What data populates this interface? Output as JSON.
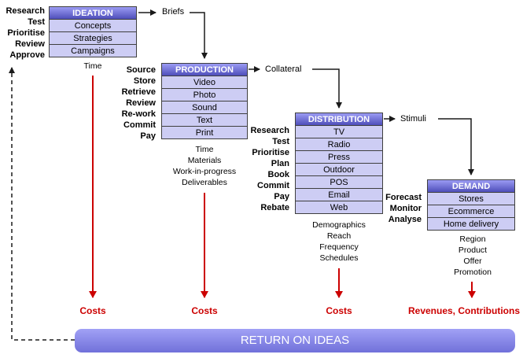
{
  "stages": [
    {
      "title": "IDEATION",
      "left_labels": [
        "Research",
        "Test",
        "Prioritise",
        "Review",
        "Approve"
      ],
      "rows": [
        "Concepts",
        "Strategies",
        "Campaigns"
      ],
      "bottom_labels": [
        "Time"
      ],
      "flow_label": "Briefs",
      "cost_label": "Costs"
    },
    {
      "title": "PRODUCTION",
      "left_labels": [
        "Source",
        "Store",
        "Retrieve",
        "Review",
        "Re-work",
        "Commit",
        "Pay"
      ],
      "rows": [
        "Video",
        "Photo",
        "Sound",
        "Text",
        "Print"
      ],
      "bottom_labels": [
        "Time",
        "Materials",
        "Work-in-progress",
        "Deliverables"
      ],
      "flow_label": "Collateral",
      "cost_label": "Costs"
    },
    {
      "title": "DISTRIBUTION",
      "left_labels": [
        "Research",
        "Test",
        "Prioritise",
        "Plan",
        "Book",
        "Commit",
        "Pay",
        "Rebate"
      ],
      "rows": [
        "TV",
        "Radio",
        "Press",
        "Outdoor",
        "POS",
        "Email",
        "Web"
      ],
      "bottom_labels": [
        "Demographics",
        "Reach",
        "Frequency",
        "Schedules"
      ],
      "flow_label": "Stimuli",
      "cost_label": "Costs"
    },
    {
      "title": "DEMAND",
      "left_labels": [
        "Forecast",
        "Monitor",
        "Analyse"
      ],
      "rows": [
        "Stores",
        "Ecommerce",
        "Home delivery"
      ],
      "bottom_labels": [
        "Region",
        "Product",
        "Offer",
        "Promotion"
      ],
      "flow_label": "",
      "cost_label": "Revenues, Contributions"
    }
  ],
  "footer": {
    "label": "RETURN ON IDEAS"
  },
  "colors": {
    "header_fill": "#6565ee",
    "cell_fill": "#cdcdf4",
    "cell_border": "#3f3f3f",
    "accent_red": "#cc0000",
    "footer_fill": "#7d7df2",
    "line_color": "#1a1a1a"
  }
}
